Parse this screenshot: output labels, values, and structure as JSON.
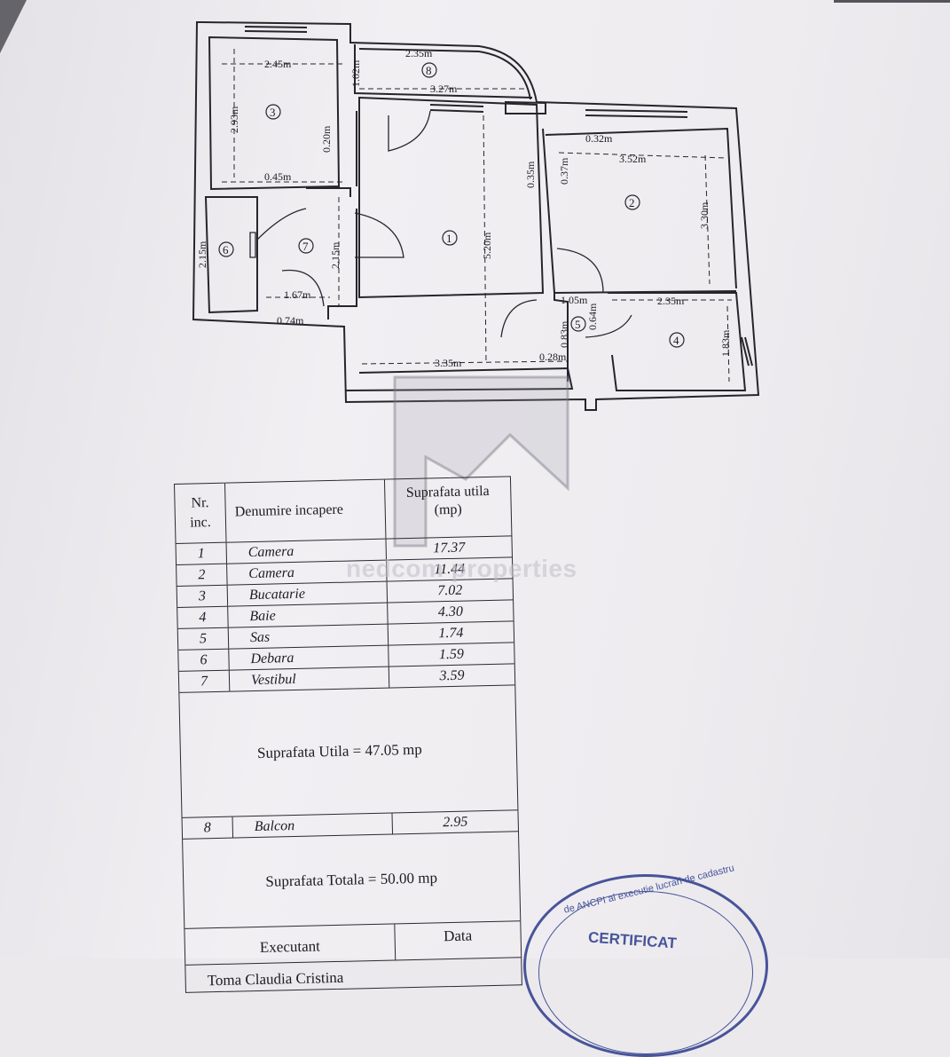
{
  "plan": {
    "rooms": [
      {
        "number": "1"
      },
      {
        "number": "2"
      },
      {
        "number": "3"
      },
      {
        "number": "4"
      },
      {
        "number": "5"
      },
      {
        "number": "6"
      },
      {
        "number": "7"
      },
      {
        "number": "8"
      }
    ],
    "dimensions": {
      "d_245": "2.45m",
      "d_235_balcony": "2.35m",
      "d_102": "1.02m",
      "d_327": "3.27m",
      "d_293": "2.93m",
      "d_020": "0.20m",
      "d_045": "0.45m",
      "d_032": "0.32m",
      "d_035": "0.35m",
      "d_037": "0.37m",
      "d_352": "3.52m",
      "d_330": "3.30m",
      "d_520": "5.20m",
      "d_215a": "2.15m",
      "d_215b": "2.15m",
      "d_167": "1.67m",
      "d_074": "0.74m",
      "d_105": "1.05m",
      "d_235_bath": "2.35m",
      "d_064": "0.64m",
      "d_083": "0.83m",
      "d_028": "0.28m",
      "d_183": "1.83m",
      "d_335": "3.35m"
    }
  },
  "table": {
    "header": {
      "nr": "Nr.",
      "inc": "inc.",
      "name": "Denumire incapere",
      "area_line1": "Suprafata utila",
      "area_line2": "(mp)"
    },
    "rows": [
      {
        "nr": "1",
        "name": "Camera",
        "area": "17.37"
      },
      {
        "nr": "2",
        "name": "Camera",
        "area": "11.44"
      },
      {
        "nr": "3",
        "name": "Bucatarie",
        "area": "7.02"
      },
      {
        "nr": "4",
        "name": "Baie",
        "area": "4.30"
      },
      {
        "nr": "5",
        "name": "Sas",
        "area": "1.74"
      },
      {
        "nr": "6",
        "name": "Debara",
        "area": "1.59"
      },
      {
        "nr": "7",
        "name": "Vestibul",
        "area": "3.59"
      }
    ],
    "useful_total": "Suprafata  Utila = 47.05 mp",
    "balcony": {
      "nr": "8",
      "name": "Balcon",
      "area": "2.95"
    },
    "grand_total": "Suprafata Totala = 50.00 mp",
    "executant_label": "Executant",
    "date_label": "Data",
    "executant_name": "Toma Claudia Cristina"
  },
  "watermark": "nedcom properties",
  "stamp": {
    "ring_text": "de ANCPI al executie lucrari de cadastru",
    "title": "CERTIFICAT"
  }
}
